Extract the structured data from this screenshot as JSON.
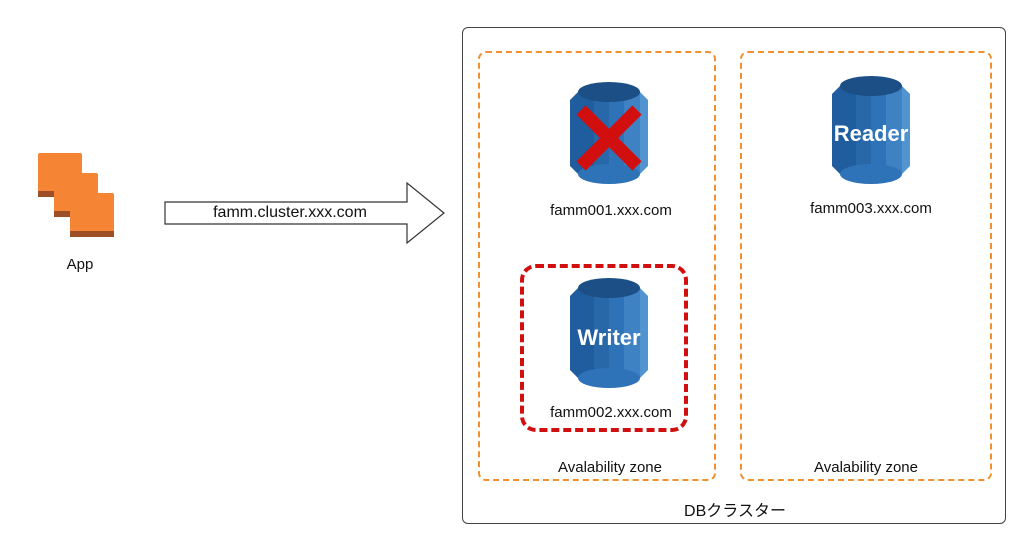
{
  "app": {
    "label": "App"
  },
  "endpoint": {
    "label": "famm.cluster.xxx.com"
  },
  "cluster": {
    "label": "DBクラスター"
  },
  "zones": [
    {
      "label": "Avalability zone"
    },
    {
      "label": "Avalability zone"
    }
  ],
  "instances": [
    {
      "hostname": "famm001.xxx.com",
      "status": "failed"
    },
    {
      "hostname": "famm002.xxx.com",
      "role_badge": "Writer"
    },
    {
      "hostname": "famm003.xxx.com",
      "role_badge": "Reader"
    }
  ],
  "colors": {
    "az_border": "#f0902e",
    "writer_highlight": "#d20f0f",
    "failure_mark": "#d20f0f",
    "db_dark": "#1f5d9e",
    "db_mid": "#2e73b8",
    "db_light": "#5294cf",
    "app_orange": "#f58534",
    "app_shadow": "#9d5025"
  }
}
